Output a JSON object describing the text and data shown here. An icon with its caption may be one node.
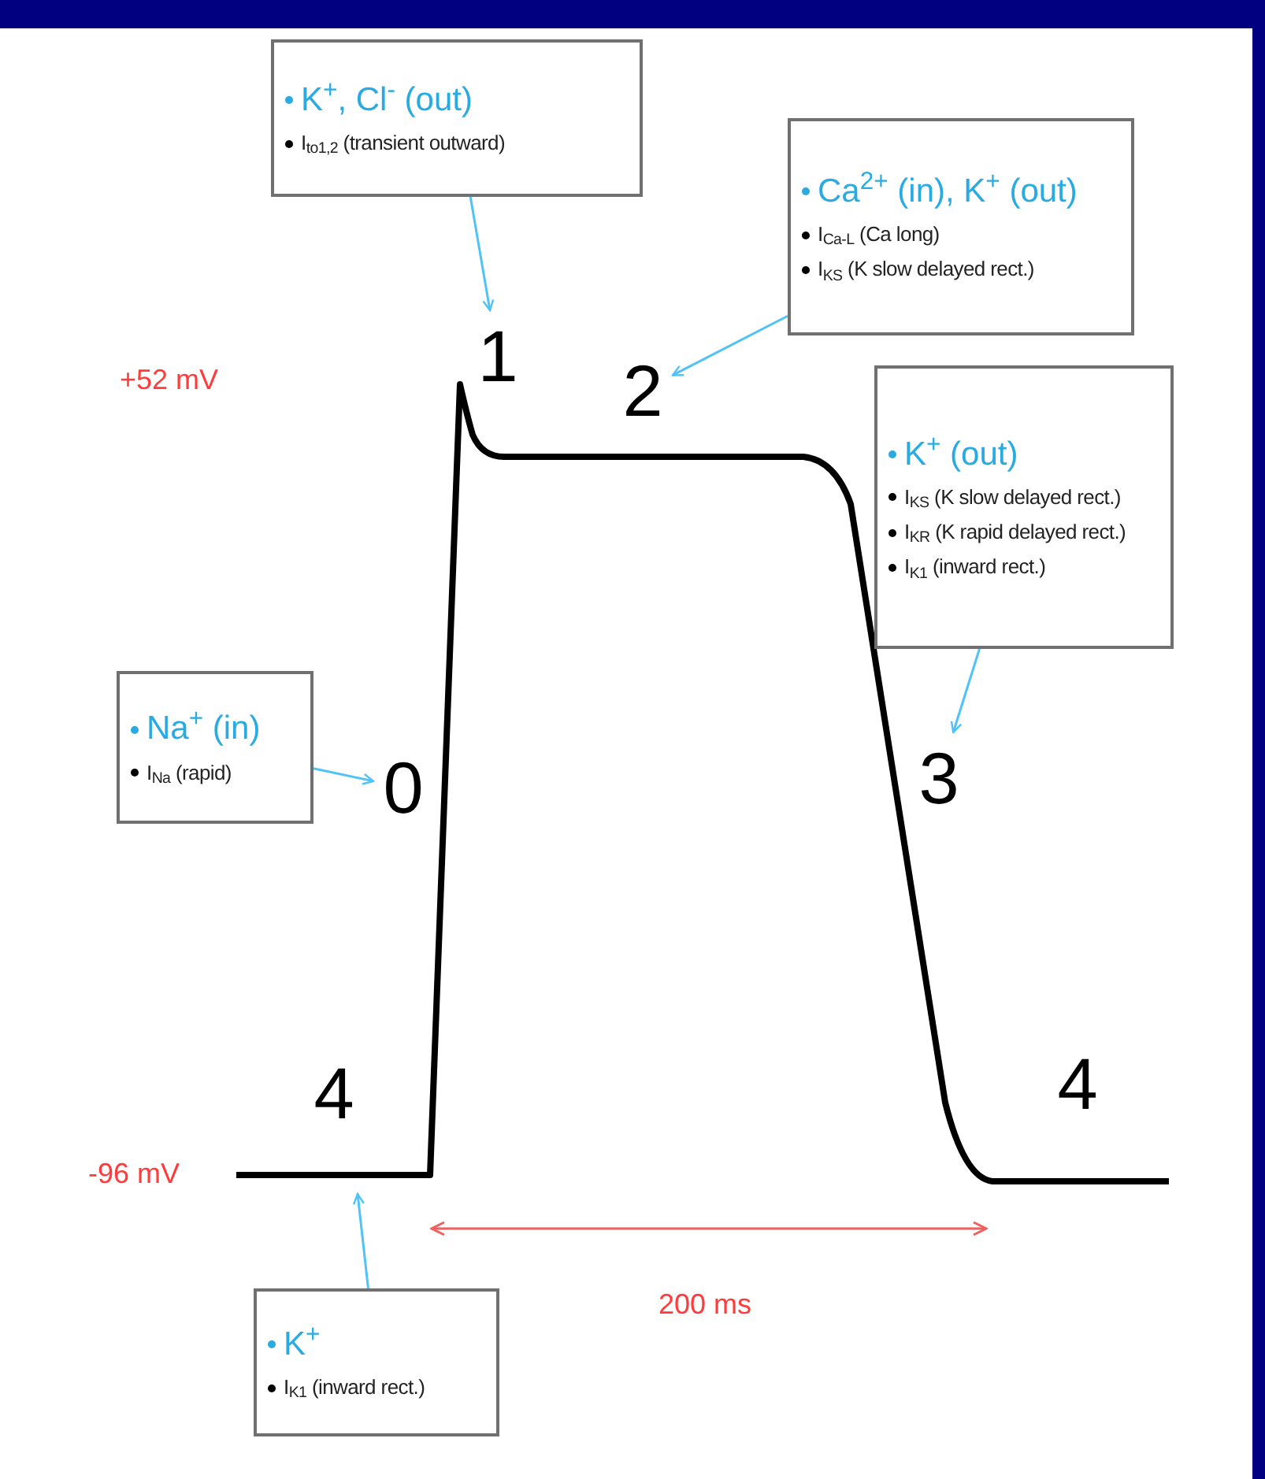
{
  "diagram": {
    "nodes": [
      {
        "text": [
          "K$^{+}$, Cl$^{-}$ (out)",
          "I$_{to1,2}$ (transient outward)"
        ]
      },
      {
        "text": [
          "Ca$^{2+}$ (in), K$^{+}$ (out)",
          "I$_{Ca-L}$ (Ca long)",
          "I$_{KS}$ (K slow delayed rect.)"
        ]
      },
      {
        "text": [
          "1"
        ]
      },
      {
        "text": [
          "2"
        ]
      },
      {
        "text": [
          "K$^{+}$ (out)",
          "I$_{KS}$ (K slow delayed rect.)",
          "I$_{KR}$ (K rapid delayed rect.)",
          "I$_{K1}$ (inward rect.)"
        ]
      },
      {
        "text": [
          "Na$^{+}$ (in)",
          "I$_{Na}$ (rapid)"
        ]
      },
      {
        "text": [
          "0"
        ]
      },
      {
        "text": [
          "3"
        ]
      },
      {
        "text": [
          "4"
        ]
      },
      {
        "text": [
          "4"
        ]
      },
      {
        "text": [
          "K$^{+}$",
          "I$_{K1}$ (inward rect.)"
        ]
      }
    ],
    "edges": [
      {
        "from": 0,
        "to": 2,
        "arrow": "to"
      },
      {
        "from": 1,
        "to": 3,
        "arrow": "to"
      },
      {
        "from": 4,
        "to": 7,
        "arrow": "to"
      },
      {
        "from": 5,
        "to": 6,
        "arrow": "to"
      },
      {
        "from": 10,
        "to": null,
        "arrow": "to"
      }
    ],
    "labels": [
      "+52 mV",
      "-96 mV",
      "200 ms"
    ]
  }
}
